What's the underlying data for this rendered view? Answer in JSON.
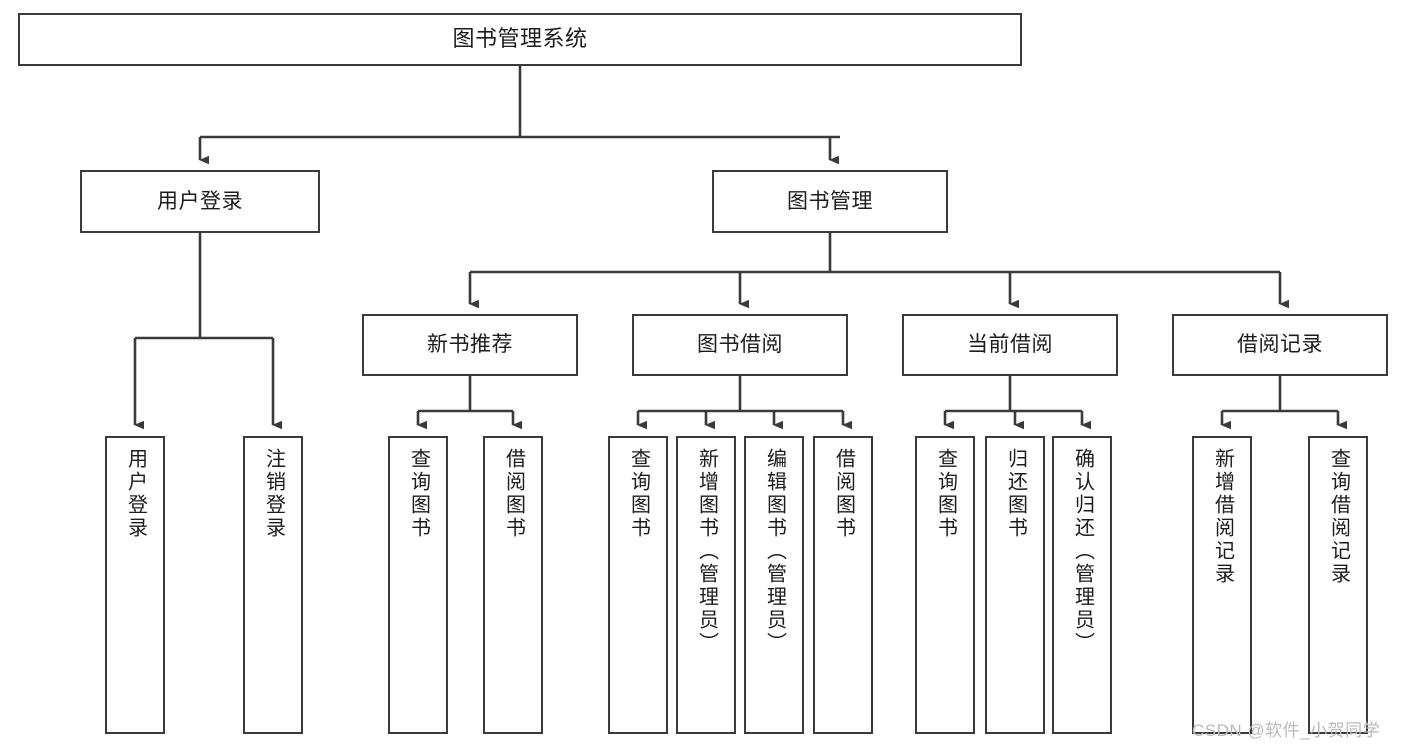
{
  "diagram": {
    "title": "图书管理系统",
    "type": "tree-hierarchy-chart",
    "colors": {
      "stroke": "#3a3a3a",
      "fill": "#ffffff",
      "text": "#1c1c1c",
      "watermark": "#b9b9b9"
    },
    "watermark": "CSDN @软件_小贺同学"
  },
  "nodes": {
    "root": {
      "label": "图书管理系统"
    },
    "level2": [
      {
        "id": "user-login",
        "label": "用户登录"
      },
      {
        "id": "book-manage",
        "label": "图书管理"
      }
    ],
    "level3": [
      {
        "id": "new-book-recommend",
        "label": "新书推荐"
      },
      {
        "id": "book-borrow",
        "label": "图书借阅"
      },
      {
        "id": "current-borrow",
        "label": "当前借阅"
      },
      {
        "id": "borrow-record",
        "label": "借阅记录"
      }
    ],
    "leaves": {
      "user_login": [
        {
          "id": "leaf-user-login",
          "label": "用户登录"
        },
        {
          "id": "leaf-logout-login",
          "label": "注销登录"
        }
      ],
      "new_book_recommend": [
        {
          "id": "leaf-query-book-1",
          "label": "查询图书"
        },
        {
          "id": "leaf-borrow-book-1",
          "label": "借阅图书"
        }
      ],
      "book_borrow": [
        {
          "id": "leaf-query-book-2",
          "label": "查询图书"
        },
        {
          "id": "leaf-add-book",
          "label": "新增图书（管理员）"
        },
        {
          "id": "leaf-edit-book",
          "label": "编辑图书（管理员）"
        },
        {
          "id": "leaf-borrow-book-2",
          "label": "借阅图书"
        }
      ],
      "current_borrow": [
        {
          "id": "leaf-query-book-3",
          "label": "查询图书"
        },
        {
          "id": "leaf-return-book",
          "label": "归还图书"
        },
        {
          "id": "leaf-confirm-return",
          "label": "确认归还（管理员）"
        }
      ],
      "borrow_record": [
        {
          "id": "leaf-add-record",
          "label": "新增借阅记录"
        },
        {
          "id": "leaf-query-record",
          "label": "查询借阅记录"
        }
      ]
    }
  }
}
